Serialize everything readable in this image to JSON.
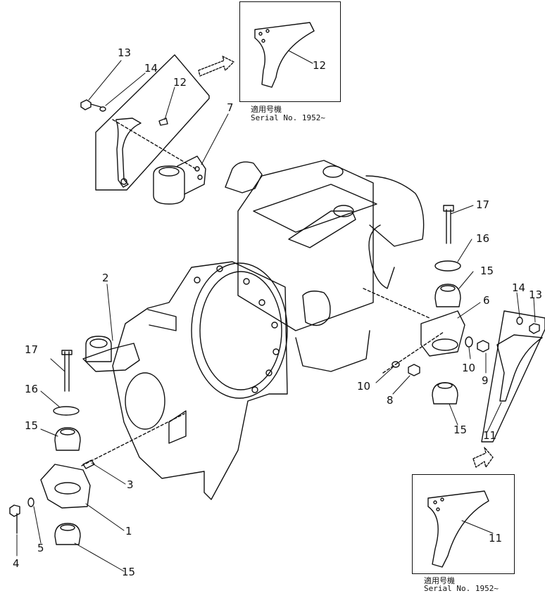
{
  "callouts": {
    "c1": "1",
    "c2": "2",
    "c3": "3",
    "c4": "4",
    "c5": "5",
    "c6": "6",
    "c7": "7",
    "c8": "8",
    "c9": "9",
    "c10a": "10",
    "c10b": "10",
    "c11a": "11",
    "c11b": "11",
    "c12a": "12",
    "c12b": "12",
    "c13a": "13",
    "c13b": "13",
    "c14a": "14",
    "c14b": "14",
    "c15a": "15",
    "c15b": "15",
    "c15c": "15",
    "c15d": "15",
    "c16a": "16",
    "c16b": "16",
    "c17a": "17",
    "c17b": "17"
  },
  "insets": {
    "top": {
      "applicable_label": "適用号機",
      "serial": "Serial  No.  1952~"
    },
    "bottom": {
      "applicable_label": "適用号機",
      "serial": "Serial  No.  1952~"
    }
  }
}
